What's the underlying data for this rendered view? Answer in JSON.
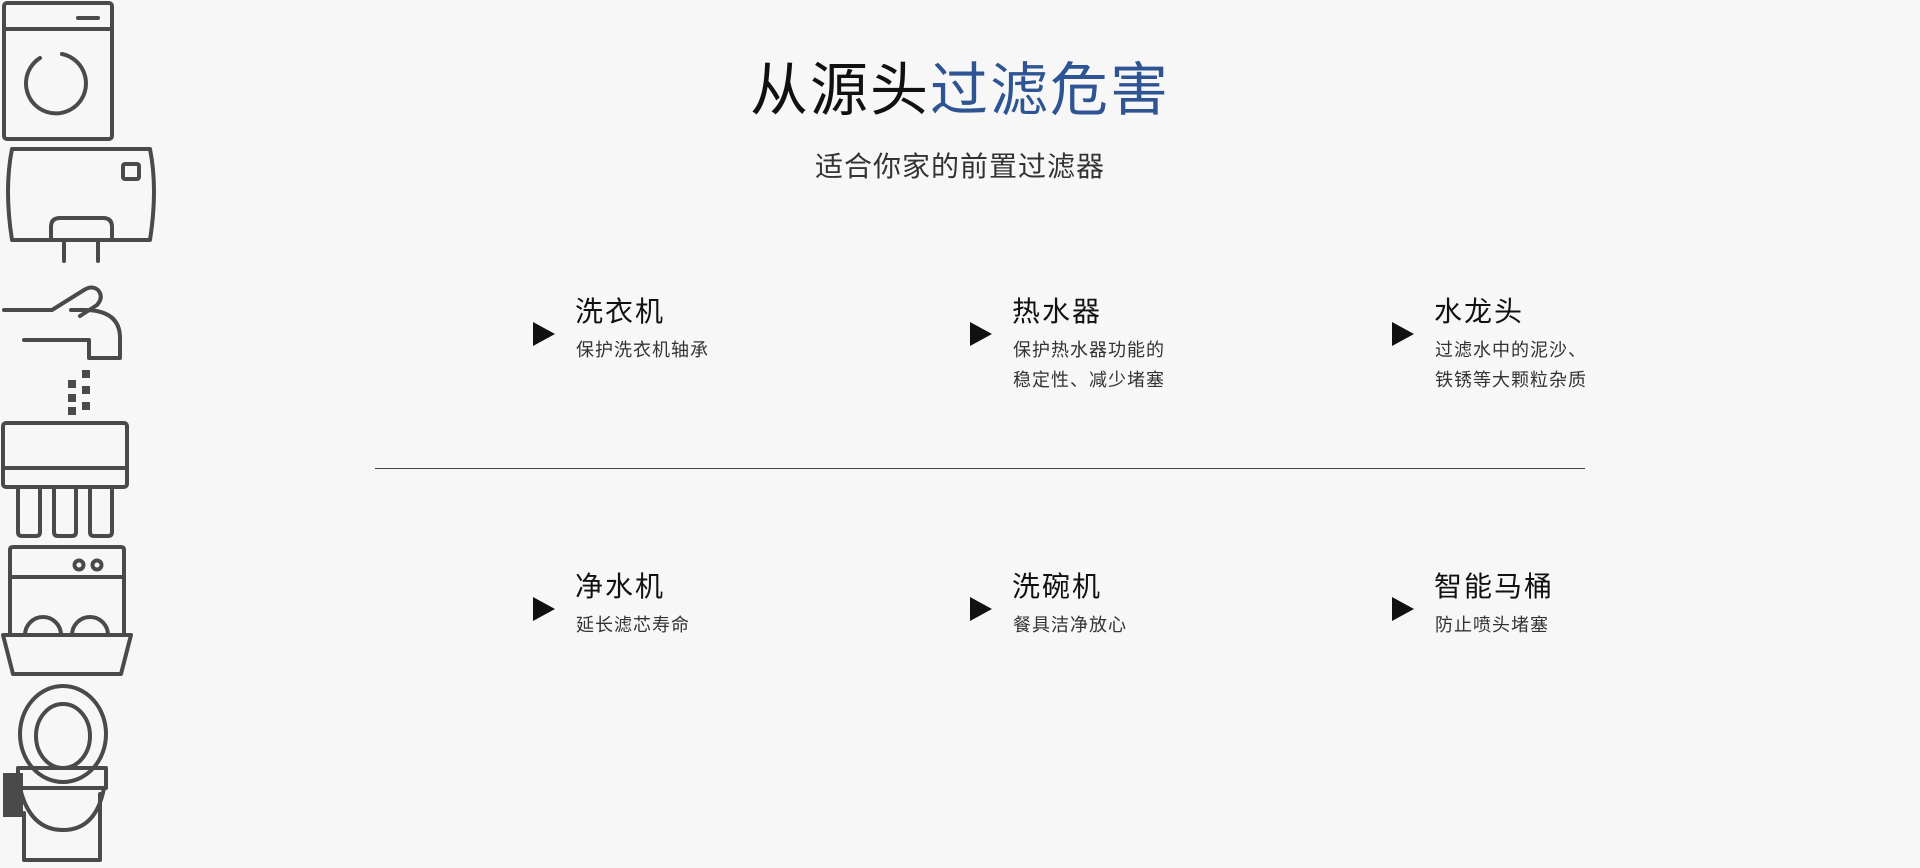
{
  "header": {
    "title_main": "从源头",
    "title_accent": "过滤危害",
    "subtitle": "适合你家的前置过滤器"
  },
  "colors": {
    "accent": "#2e5494",
    "icon": "#4a4a4a",
    "background": "#f7f7f7"
  },
  "items": [
    {
      "name": "洗衣机",
      "desc": "保护洗衣机轴承",
      "icon": "washing-machine-icon"
    },
    {
      "name": "热水器",
      "desc": "保护热水器功能的\n稳定性、减少堵塞",
      "icon": "water-heater-icon"
    },
    {
      "name": "水龙头",
      "desc": "过滤水中的泥沙、\n铁锈等大颗粒杂质",
      "icon": "faucet-icon"
    },
    {
      "name": "净水机",
      "desc": "延长滤芯寿命",
      "icon": "water-purifier-icon"
    },
    {
      "name": "洗碗机",
      "desc": "餐具洁净放心",
      "icon": "dishwasher-icon"
    },
    {
      "name": "智能马桶",
      "desc": "防止喷头堵塞",
      "icon": "smart-toilet-icon"
    }
  ]
}
